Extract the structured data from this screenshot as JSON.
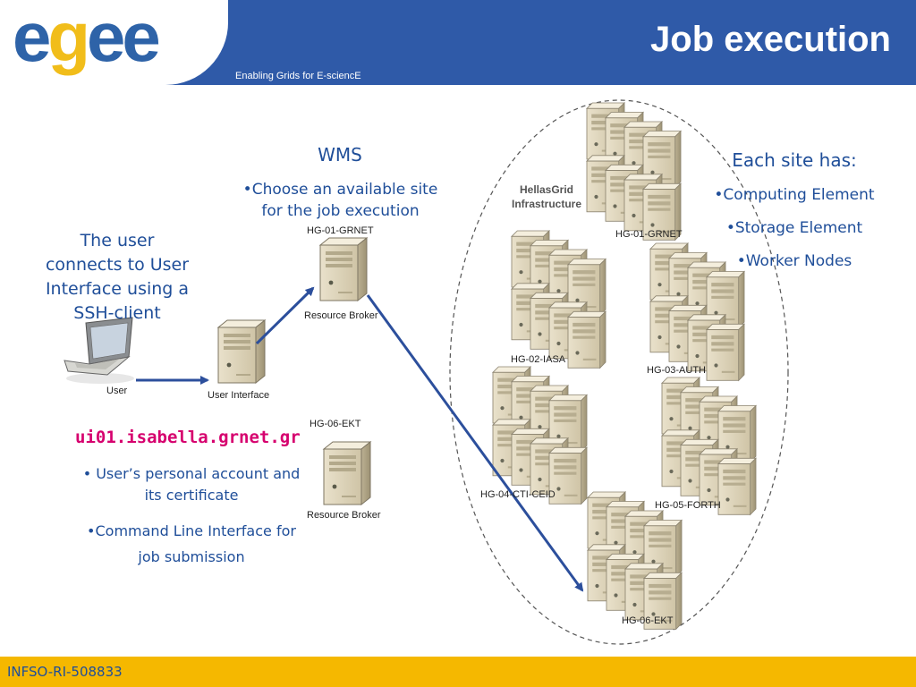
{
  "header": {
    "logo": "egee",
    "tagline": "Enabling Grids for E-sciencE",
    "title": "Job execution"
  },
  "footer": {
    "text": "INFSO-RI-508833"
  },
  "user_desc": {
    "lines": [
      "The user",
      "connects to User",
      "Interface using a",
      "SSH-client"
    ]
  },
  "wms": {
    "heading": "WMS",
    "line1": "•Choose an available site",
    "line2": "for the job execution"
  },
  "ui_host": {
    "name": "ui01.isabella.grnet.gr",
    "bullet1_l1": "• User’s personal account and",
    "bullet1_l2": "its certificate",
    "bullet2_l1": "•Command Line Interface for",
    "bullet2_l2": "job submission"
  },
  "each_site": {
    "heading": "Each site has:",
    "items": [
      "•Computing Element",
      "•Storage Element",
      "•Worker Nodes"
    ]
  },
  "infra_label": {
    "line1": "HellasGrid",
    "line2": "Infrastructure"
  },
  "nodes": {
    "user": "User",
    "user_interface": "User Interface",
    "rb1_site": "HG-01-GRNET",
    "rb1_name": "Resource Broker",
    "rb2_site": "HG-06-EKT",
    "rb2_name": "Resource Broker"
  },
  "clusters": [
    "HG-01-GRNET",
    "HG-02-IASA",
    "HG-03-AUTH",
    "HG-04-CTI-CEID",
    "HG-05-FORTH",
    "HG-06-EKT"
  ],
  "colors": {
    "header_blue": "#2f5aa8",
    "footer_yellow": "#f5b800",
    "text_blue": "#1f4e99",
    "hostname_magenta": "#d6006e",
    "arrow_blue": "#2c4f9c"
  }
}
